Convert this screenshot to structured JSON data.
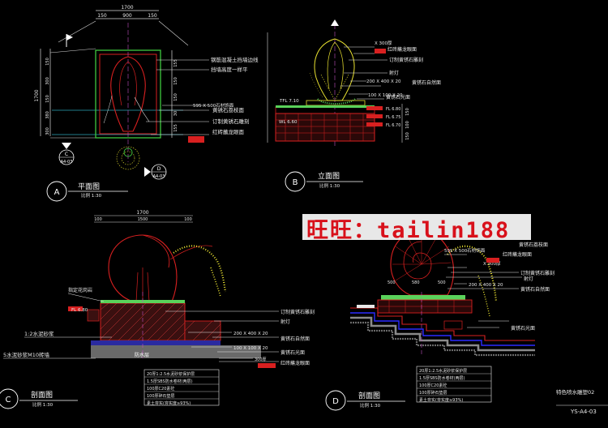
{
  "views": {
    "a": {
      "letter": "A",
      "title": "平面图",
      "scale": "比例 1:30"
    },
    "b": {
      "letter": "B",
      "title": "立面图",
      "scale": "比例 1:30"
    },
    "c": {
      "letter": "C",
      "title": "剖面图",
      "scale": "比例 1:30"
    },
    "d": {
      "letter": "D",
      "title": "剖面图",
      "scale": "比例 1:30"
    }
  },
  "plan_dims": {
    "overall": "1700",
    "segments": [
      "150",
      "900",
      "150"
    ],
    "side_total": "1700",
    "side_segments": [
      "150",
      "300",
      "150",
      "380",
      "300"
    ],
    "right_segments": [
      "155",
      "150",
      "150",
      "30",
      "155"
    ]
  },
  "plan_notes": [
    "钢筋混凝土挡墙边线",
    "挡墙高度一样平",
    "595 X 500石材饰面",
    "黄锈石荔枝面",
    "订制黄锈石雕刻",
    "红砖蘸龙眼面"
  ],
  "section_refs": [
    {
      "letter": "C",
      "sheet": "A4-03"
    },
    {
      "letter": "D",
      "sheet": "A4-03"
    }
  ],
  "elev_notes": [
    "X 300厚",
    "红砖蘸龙眼面",
    "订制黄锈石雕刻",
    "200 X 400 X 20",
    "射灯",
    "黄锈石自然面",
    "100 X 100 X 20",
    "黄锈石光面"
  ],
  "elev_levels": [
    "TFL 7.10",
    "FL 6.80",
    "FL 6.75",
    "WL 6.60",
    "FL 6.70"
  ],
  "elev_dims": [
    "150",
    "100",
    "150"
  ],
  "sec_c": {
    "top_dims": [
      "1700",
      "100",
      "1500",
      "100"
    ],
    "labels": [
      "指定花岗岩",
      "FL 6.80",
      "1:2水泥砂浆",
      "5水泥砂浆M10砖墙",
      "防水层"
    ],
    "right_notes": [
      "订制黄锈石雕刻",
      "射灯",
      "200 X 400 X 20",
      "黄锈石自然面",
      "100 X 100 X 20",
      "黄锈石光面",
      "300厚",
      "红砖蘸龙眼面"
    ],
    "spec": [
      "20厚1:2.5水泥砂浆保护层",
      "1.5厚SBS防水卷材(两层)",
      "100厚C20素砼",
      "100厚碎石垫层",
      "素土夯实(夯实度≥93%)"
    ]
  },
  "sec_d": {
    "top_dims": [
      "1700"
    ],
    "left_dims": [
      "500",
      "580",
      "500"
    ],
    "notes": [
      "595 X 500石材饰面",
      "X 300厚",
      "红砖蘸龙眼面",
      "黄锈石荔枝面",
      "订制黄锈石雕刻",
      "200 X 400 X 20",
      "射灯",
      "黄锈石自然面",
      "黄锈石光面"
    ],
    "spec": [
      "20厚1:2.5水泥砂浆保护层",
      "1.5厚SBS防水卷材(两层)",
      "100厚C20素砼",
      "100厚碎石垫层",
      "素土夯实(夯实度≥93%)"
    ]
  },
  "watermark": "旺旺：tailin188",
  "sheet_title": "特色喷水雕塑02",
  "sheet_no": "YS-A4-03"
}
